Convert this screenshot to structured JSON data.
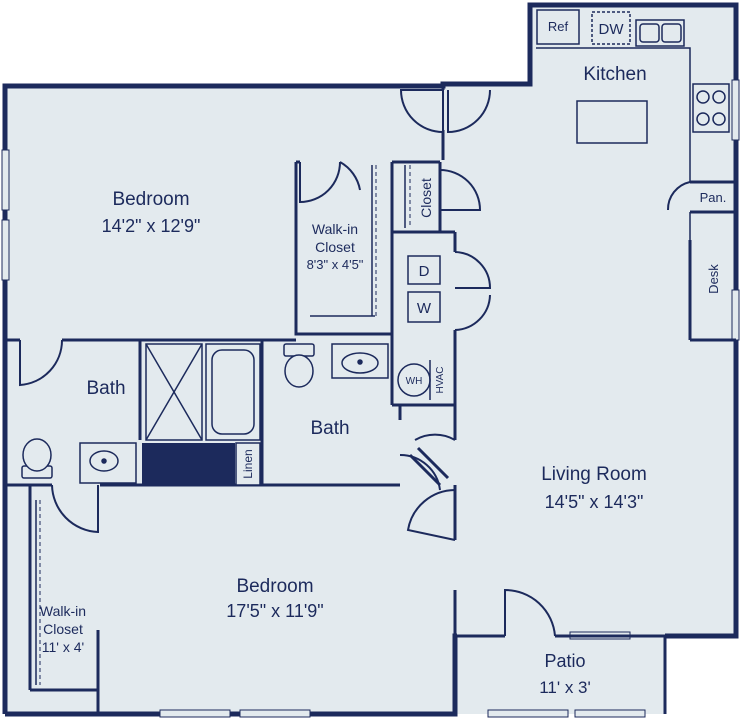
{
  "rooms": {
    "bedroom_top": {
      "name": "Bedroom",
      "size": "14'2\" x 12'9\""
    },
    "walkin_top": {
      "line1": "Walk-in",
      "line2": "Closet",
      "size": "8'3\" x 4'5\""
    },
    "closet": {
      "name": "Closet"
    },
    "kitchen": {
      "name": "Kitchen"
    },
    "pantry": {
      "name": "Pan."
    },
    "desk": {
      "name": "Desk"
    },
    "bath_left": {
      "name": "Bath"
    },
    "bath_center": {
      "name": "Bath"
    },
    "linen": {
      "name": "Linen"
    },
    "living": {
      "name": "Living Room",
      "size": "14'5\" x 14'3\""
    },
    "bedroom_bottom": {
      "name": "Bedroom",
      "size": "17'5\" x 11'9\""
    },
    "walkin_bottom": {
      "line1": "Walk-in",
      "line2": "Closet",
      "size": "11' x 4'"
    },
    "patio": {
      "name": "Patio",
      "size": "11' x 3'"
    }
  },
  "fixtures": {
    "ref": "Ref",
    "dw": "DW",
    "dryer": "D",
    "washer": "W",
    "water_heater": "WH",
    "hvac": "HVAC"
  },
  "colors": {
    "wall": "#1c2a5c",
    "floor": "#e3eaee",
    "fill_dark": "#1c2a5c"
  }
}
